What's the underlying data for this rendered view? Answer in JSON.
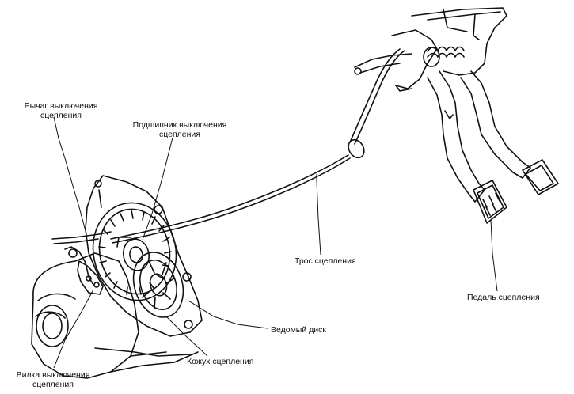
{
  "labels": {
    "release_lever": {
      "line1": "Рычаг выключения",
      "line2": "сцепления"
    },
    "release_bearing": {
      "line1": "Подшипник выключения",
      "line2": "сцепления"
    },
    "clutch_cable": "Трос сцепления",
    "clutch_pedal": "Педаль сцепления",
    "driven_disc": "Ведомый диск",
    "release_fork": {
      "line1": "Вилка выключения",
      "line2": "сцепления"
    },
    "clutch_cover": "Кожух сцепления"
  }
}
